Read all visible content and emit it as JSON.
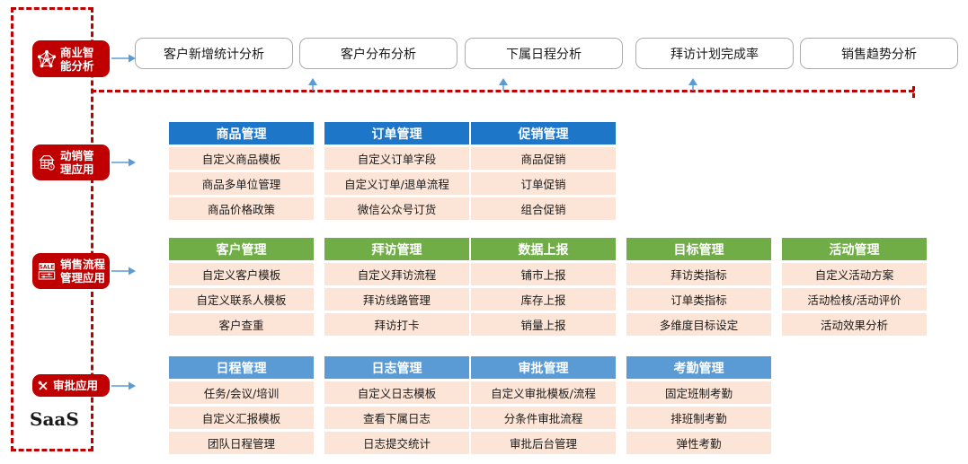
{
  "colors": {
    "red": "#C00000",
    "header_blue": "#1E76C8",
    "header_green": "#70AD47",
    "header_light_blue": "#5B9BD5",
    "row_bg": "#FCE4D6",
    "arrow_blue": "#5B9BD5"
  },
  "frame": {
    "label": "SaaS"
  },
  "bi": {
    "badge_line1": "商业智",
    "badge_line2": "能分析",
    "boxes": [
      "客户新增统计分析",
      "客户分布分析",
      "下属日程分析",
      "拜访计划完成率",
      "销售趋势分析"
    ]
  },
  "dynsales": {
    "badge_line1": "动销管",
    "badge_line2": "理应用",
    "columns": [
      {
        "header": "商品管理",
        "rows": [
          "自定义商品模板",
          "商品多单位管理",
          "商品价格政策"
        ]
      },
      {
        "header": "订单管理",
        "rows": [
          "自定义订单字段",
          "自定义订单/退单流程",
          "微信公众号订货"
        ]
      },
      {
        "header": "促销管理",
        "rows": [
          "商品促销",
          "订单促销",
          "组合促销"
        ]
      }
    ]
  },
  "salesflow": {
    "badge_line1": "销售流程",
    "badge_line2": "管理应用",
    "columns": [
      {
        "header": "客户管理",
        "rows": [
          "自定义客户模板",
          "自定义联系人模板",
          "客户查重"
        ]
      },
      {
        "header": "拜访管理",
        "rows": [
          "自定义拜访流程",
          "拜访线路管理",
          "拜访打卡"
        ]
      },
      {
        "header": "数据上报",
        "rows": [
          "铺市上报",
          "库存上报",
          "销量上报"
        ]
      },
      {
        "header": "目标管理",
        "rows": [
          "拜访类指标",
          "订单类指标",
          "多维度目标设定"
        ]
      },
      {
        "header": "活动管理",
        "rows": [
          "自定义活动方案",
          "活动检核/活动评价",
          "活动效果分析"
        ]
      }
    ]
  },
  "approval": {
    "badge_line1": "审批应用",
    "columns": [
      {
        "header": "日程管理",
        "rows": [
          "任务/会议/培训",
          "自定义汇报模板",
          "团队日程管理"
        ]
      },
      {
        "header": "日志管理",
        "rows": [
          "自定义日志模板",
          "查看下属日志",
          "日志提交统计"
        ]
      },
      {
        "header": "审批管理",
        "rows": [
          "自定义审批模板/流程",
          "分条件审批流程",
          "审批后台管理"
        ]
      },
      {
        "header": "考勤管理",
        "rows": [
          "固定班制考勤",
          "排班制考勤",
          "弹性考勤"
        ]
      }
    ]
  }
}
